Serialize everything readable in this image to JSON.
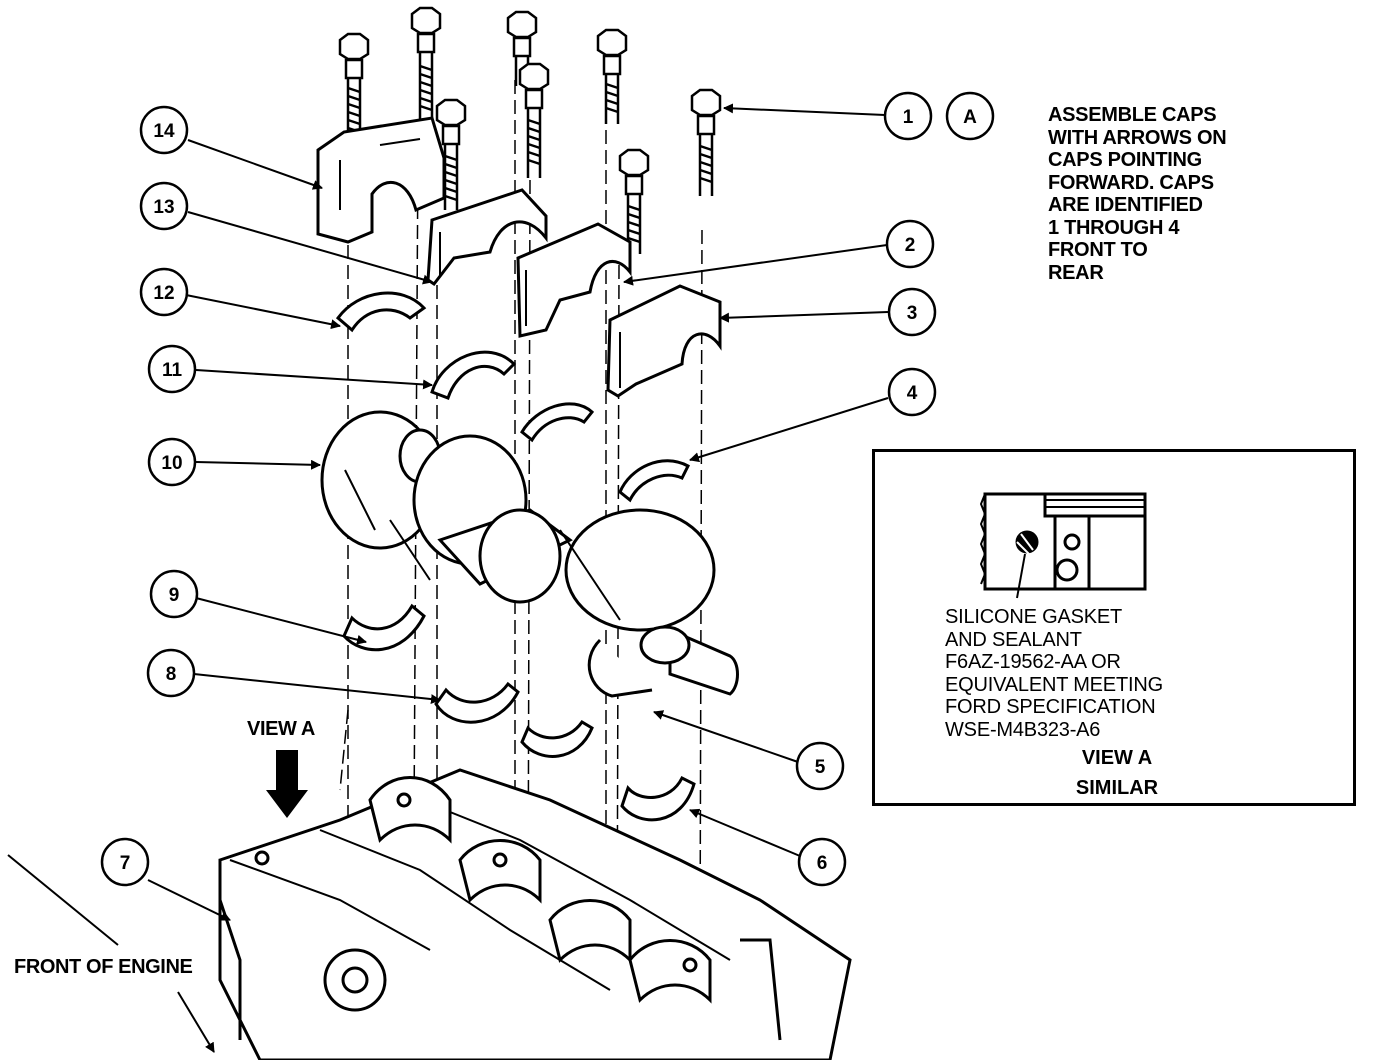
{
  "callouts": [
    "1",
    "2",
    "3",
    "4",
    "5",
    "6",
    "7",
    "8",
    "9",
    "10",
    "11",
    "12",
    "13",
    "14"
  ],
  "view_marker": "A",
  "note_lines": [
    "ASSEMBLE CAPS",
    "WITH ARROWS ON",
    "CAPS POINTING",
    "FORWARD. CAPS",
    "ARE IDENTIFIED",
    "1 THROUGH 4",
    "FRONT TO",
    "REAR"
  ],
  "view_a_label": "VIEW A",
  "front_label": "FRONT OF ENGINE",
  "view_box": {
    "text_lines": [
      "SILICONE GASKET",
      "AND SEALANT",
      "F6AZ-19562-AA OR",
      "EQUIVALENT MEETING",
      "FORD SPECIFICATION",
      "WSE-M4B323-A6"
    ],
    "caption1": "VIEW A",
    "caption2": "SIMILAR"
  }
}
